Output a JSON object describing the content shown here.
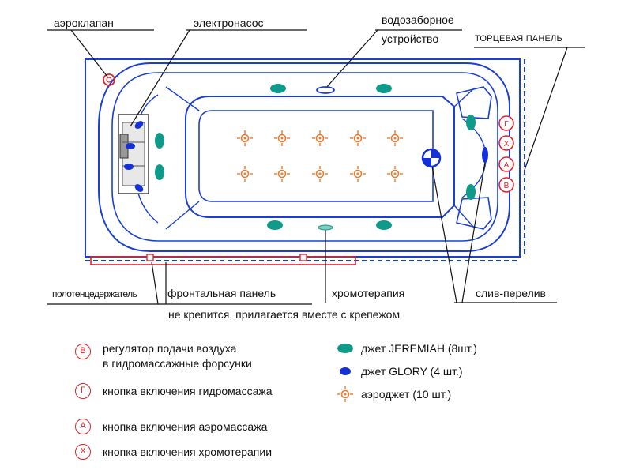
{
  "labels": {
    "air_valve": "аэроклапан",
    "pump": "электронасос",
    "intake_line1": "водозаборное",
    "intake_line2": "устройство",
    "end_panel": "ТОРЦЕВАЯ ПАНЕЛЬ",
    "towel_holder": "полотенцедержатель",
    "front_panel": "фронтальная панель",
    "chromotherapy": "хромотерапия",
    "drain": "слив-перелив",
    "front_note": "не крепится, прилагается вместе с крепежом"
  },
  "panel_buttons": [
    "Г",
    "Х",
    "А",
    "В"
  ],
  "legend_left": [
    {
      "letter": "В",
      "lines": [
        "регулятор подачи воздуха",
        "в гидромассажные форсунки"
      ]
    },
    {
      "letter": "Г",
      "lines": [
        "кнопка включения гидромассажа"
      ]
    },
    {
      "letter": "А",
      "lines": [
        "кнопка включения аэромассажа"
      ]
    },
    {
      "letter": "Х",
      "lines": [
        "кнопка включения хромотерапии"
      ]
    }
  ],
  "legend_right": [
    {
      "icon": "teal-jet-icon",
      "text": "джет JEREMIAH (8шт.)"
    },
    {
      "icon": "blue-jet-icon",
      "text": "джет GLORY (4 шт.)"
    },
    {
      "icon": "aerojet-icon",
      "text": "аэроджет (10 шт.)"
    }
  ],
  "colors": {
    "outline": "#1a3fd6",
    "teal_jet": "#0f9a8a",
    "blue_jet": "#1530d8",
    "aerojet": "#f07a2a",
    "button_red": "#e0242a"
  }
}
